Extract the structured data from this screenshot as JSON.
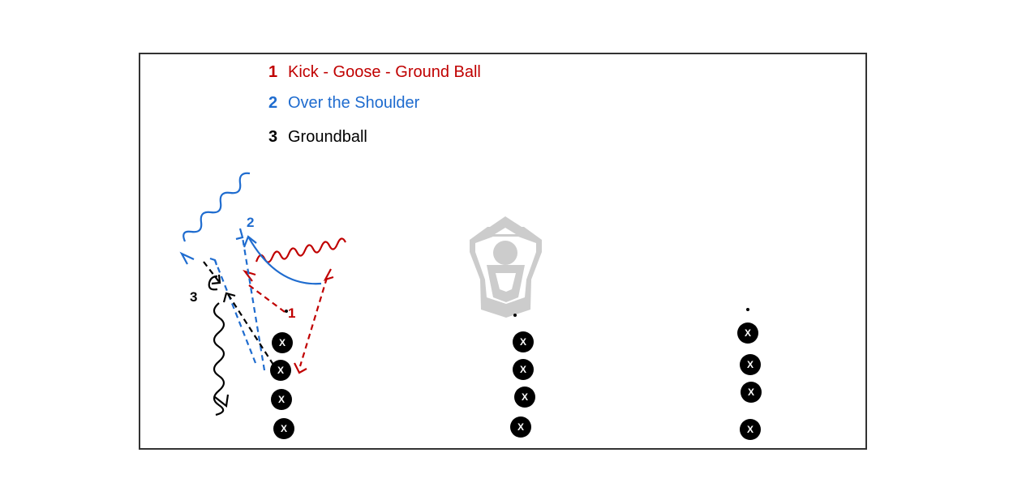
{
  "legend": [
    {
      "number": "1",
      "label": "Kick - Goose - Ground Ball",
      "color": "#c00000"
    },
    {
      "number": "2",
      "label": "Over the Shoulder",
      "color": "#1f6ccf"
    },
    {
      "number": "3",
      "label": "Groundball",
      "color": "#000000"
    }
  ],
  "field_labels": {
    "route_1": "1",
    "route_2": "2",
    "route_3": "3"
  },
  "player_mark": "X",
  "colors": {
    "route_1": "#c00000",
    "route_2": "#1f6ccf",
    "route_3": "#000000",
    "watermark": "#cccccc"
  },
  "icons": {
    "watermark": "player-logo-icon"
  }
}
